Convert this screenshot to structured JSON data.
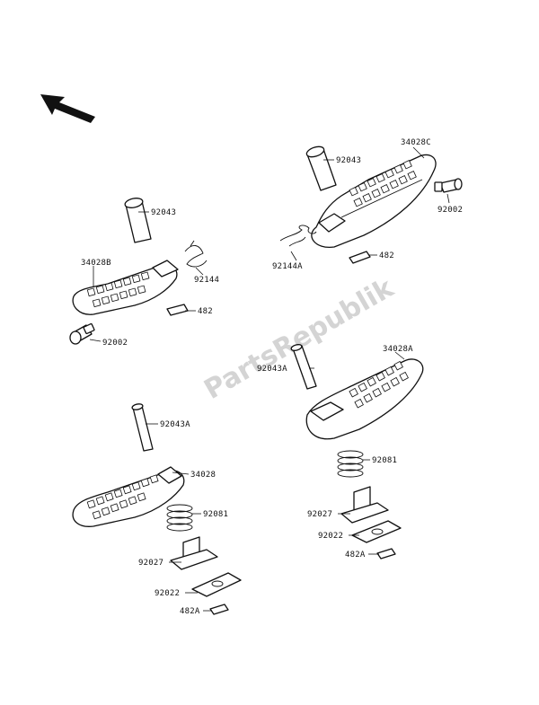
{
  "watermark": "PartsRepublik",
  "labels": {
    "l_34028c": "34028C",
    "l_92043_top": "92043",
    "l_92002_right": "92002",
    "l_92144a": "92144A",
    "l_482_right": "482",
    "l_92043_left": "92043",
    "l_34028b": "34028B",
    "l_92144": "92144",
    "l_482_left": "482",
    "l_92002_left": "92002",
    "l_34028a": "34028A",
    "l_92043a_right": "92043A",
    "l_92081_right": "92081",
    "l_92027_right": "92027",
    "l_92022_right": "92022",
    "l_482a_right": "482A",
    "l_92043a_left": "92043A",
    "l_34028": "34028",
    "l_92081_left": "92081",
    "l_92027_left": "92027",
    "l_92022_left": "92022",
    "l_482a_left": "482A"
  },
  "icons": {
    "direction_arrow": "arrow-up-left-icon"
  }
}
